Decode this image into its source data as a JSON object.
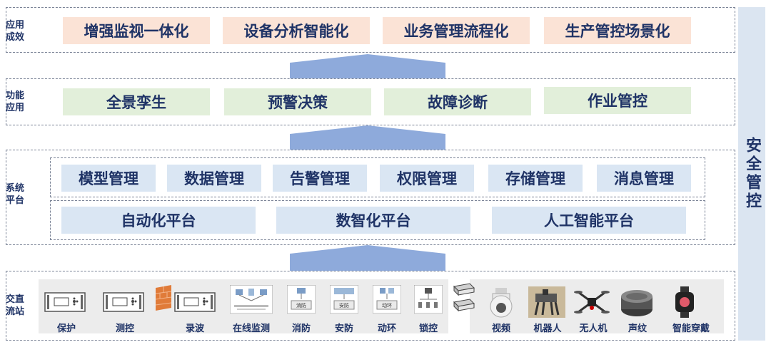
{
  "layers": {
    "app_effect": {
      "label": "应用成效",
      "items": [
        "增强监视一体化",
        "设备分析智能化",
        "业务管理流程化",
        "生产管控场景化"
      ]
    },
    "function_app": {
      "label": "功能应用",
      "items": [
        "全景孪生",
        "预警决策",
        "故障诊断",
        "作业管控"
      ]
    },
    "system_platform": {
      "label": "系统平台",
      "row1": [
        "模型管理",
        "数据管理",
        "告警管理",
        "权限管理",
        "存储管理",
        "消息管理"
      ],
      "row2": [
        "自动化平台",
        "数智化平台",
        "人工智能平台"
      ]
    },
    "station": {
      "label": "交直流站",
      "devices": [
        "保护",
        "测控",
        "录波",
        "在线监测",
        "消防",
        "安防",
        "动环",
        "锁控",
        "视频",
        "机器人",
        "无人机",
        "声纹",
        "智能穿戴"
      ]
    }
  },
  "side": {
    "label": "安全管控"
  },
  "icon_text": {
    "fire": "消防",
    "security": "安防",
    "env": "动环"
  },
  "colors": {
    "pink": "#fbe3d6",
    "green": "#e2efda",
    "blue": "#dae6f3",
    "arrow": "#8eaadb",
    "text": "#1f3366"
  }
}
